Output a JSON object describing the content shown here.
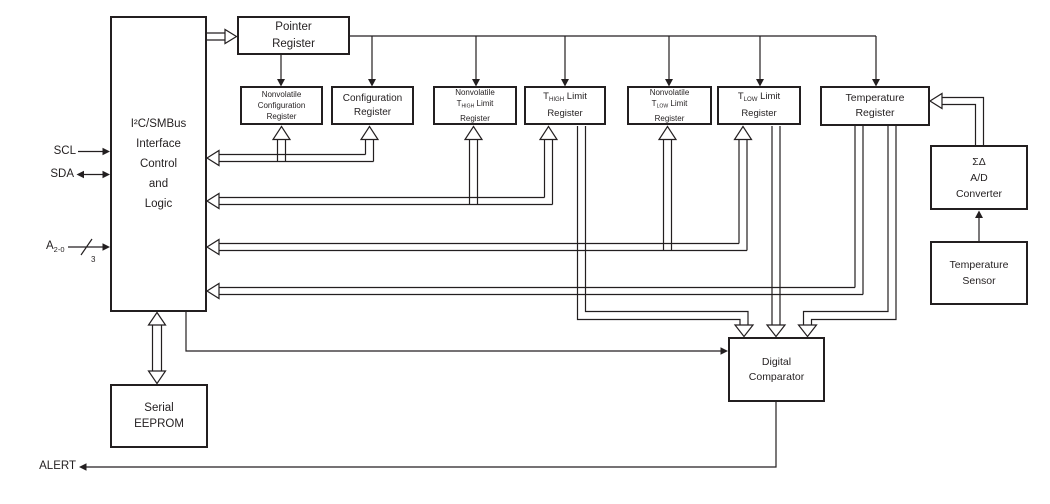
{
  "colors": {
    "line": "#231f20",
    "box_background": "#ffffff",
    "page_background": "#ffffff"
  },
  "pins": {
    "scl": "SCL",
    "sda": "SDA",
    "address_base": "A",
    "address_subscript": "2-0",
    "address_bus_width": "3",
    "alert": "ALERT"
  },
  "blocks": {
    "interface": {
      "line1": "I²C/SMBus",
      "line2": "Interface",
      "line3": "Control",
      "line4": "and",
      "line5": "Logic"
    },
    "pointer_register": {
      "line1": "Pointer",
      "line2": "Register"
    },
    "nonvolatile_configuration_register": {
      "line1": "Nonvolatile",
      "line2": "Configuration",
      "line3": "Register"
    },
    "configuration_register": {
      "line1": "Configuration",
      "line2": "Register"
    },
    "nonvolatile_thigh_limit_register": {
      "line1": "Nonvolatile",
      "t": "T",
      "t_sub": "HIGH",
      "t_rest": " Limit",
      "line3": "Register"
    },
    "thigh_limit_register": {
      "t": "T",
      "t_sub": "HIGH",
      "t_rest": " Limit",
      "line2": "Register"
    },
    "nonvolatile_tlow_limit_register": {
      "line1": "Nonvolatile",
      "t": "T",
      "t_sub": "LOW",
      "t_rest": " Limit",
      "line3": "Register"
    },
    "tlow_limit_register": {
      "t": "T",
      "t_sub": "LOW",
      "t_rest": " Limit",
      "line2": "Register"
    },
    "temperature_register": {
      "line1": "Temperature",
      "line2": "Register"
    },
    "adc": {
      "line1": "ΣΔ",
      "line2": "A/D",
      "line3": "Converter"
    },
    "temperature_sensor": {
      "line1": "Temperature",
      "line2": "Sensor"
    },
    "digital_comparator": {
      "line1": "Digital",
      "line2": "Comparator"
    },
    "serial_eeprom": {
      "line1": "Serial",
      "line2": "EEPROM"
    }
  }
}
